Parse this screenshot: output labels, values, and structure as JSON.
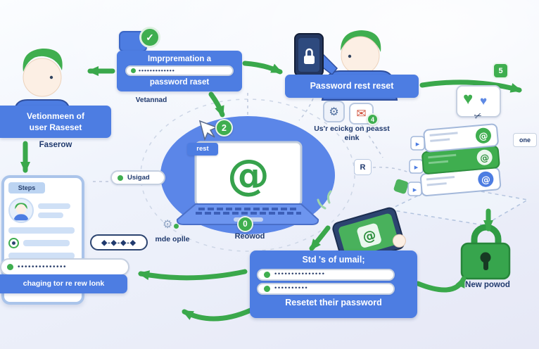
{
  "colors": {
    "banner_blue": "#4d7de2",
    "circle_blue": "#5b86e8",
    "green": "#3fae4f",
    "navy": "#203a6e"
  },
  "top_flow": {
    "banner_line1": "Imprpremation a",
    "password_dots": "•••••••••••••",
    "banner_line2": "password raset",
    "caption": "Vetannad",
    "step_badge": "2"
  },
  "left_flow": {
    "banner_line1": "Vetionmeen of",
    "banner_line2": "user Raseset",
    "caption": "Faserow"
  },
  "right_flow": {
    "banner_label": "Password rest reset",
    "step_badge": "5",
    "note_label": "one"
  },
  "center": {
    "rest_label": "rest",
    "usigad_label": "Usigad",
    "click_line1": "Us'r ecickg on peasst",
    "click_line2": "eink",
    "r_label": "R",
    "mail_badge": "4",
    "below_badge": "0",
    "reowod_label": "Reowod",
    "mde_label": "mde oplle"
  },
  "tablet": {
    "header": "Steps"
  },
  "bottom_left": {
    "password_dots": "••••••••••••••",
    "banner_label": "chaging tor re rew lonk",
    "diamonds": "◆-◆-◆-◆"
  },
  "bottom_panel": {
    "title": "Std 's of umail;",
    "dots1": "•••••••••••••••",
    "dots2": "••••••••••",
    "footer": "Resetet their password"
  },
  "lock": {
    "caption": "New powod"
  },
  "icons": {
    "at": "@",
    "gear": "⚙",
    "mail": "✉",
    "heart": "♥",
    "check": "✓",
    "scissors": "✂",
    "play": "▸"
  }
}
